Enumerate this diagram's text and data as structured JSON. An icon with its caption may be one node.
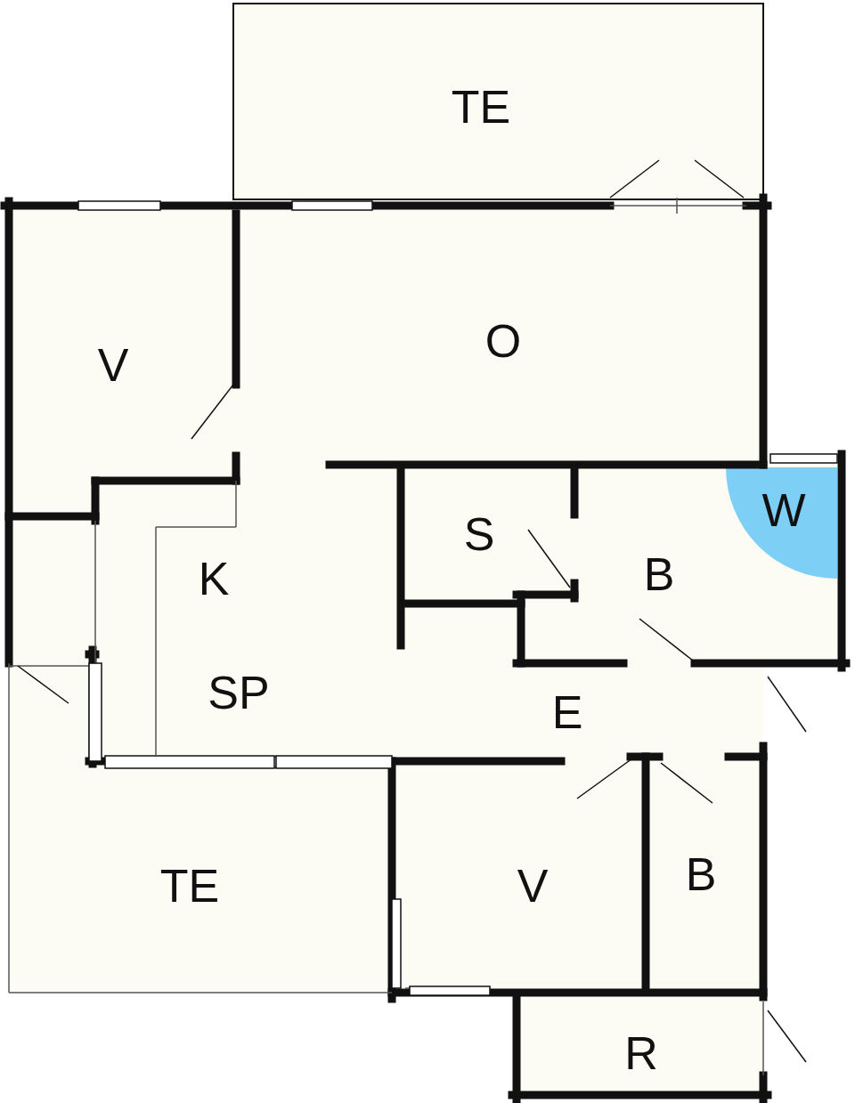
{
  "diagram": {
    "labels": [
      "TE",
      "V",
      "O",
      "S",
      "W",
      "B",
      "K",
      "SP",
      "E",
      "V",
      "B",
      "TE",
      "R"
    ]
  }
}
